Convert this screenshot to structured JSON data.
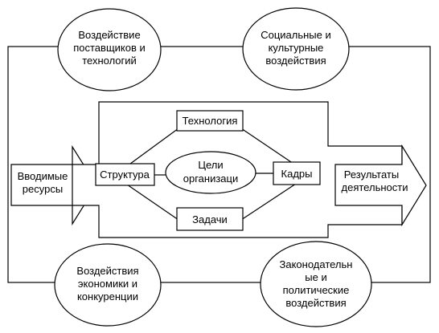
{
  "outer_influences": {
    "suppliers": [
      "Воздействие",
      "поставщиков и",
      "технологий"
    ],
    "social": [
      "Социальные и",
      "культурные",
      "воздействия"
    ],
    "economy": [
      "Воздействия",
      "экономики и",
      "конкуренции"
    ],
    "legal": [
      "Законодательн",
      "ые и",
      "политические",
      "воздействия"
    ]
  },
  "flow": {
    "inputs": [
      "Вводимые",
      "ресурсы"
    ],
    "outputs": [
      "Результаты",
      "деятельности"
    ]
  },
  "organization": {
    "center": [
      "Цели",
      "организаци"
    ],
    "technology": "Технология",
    "structure": "Структура",
    "staff": "Кадры",
    "tasks": "Задачи"
  }
}
